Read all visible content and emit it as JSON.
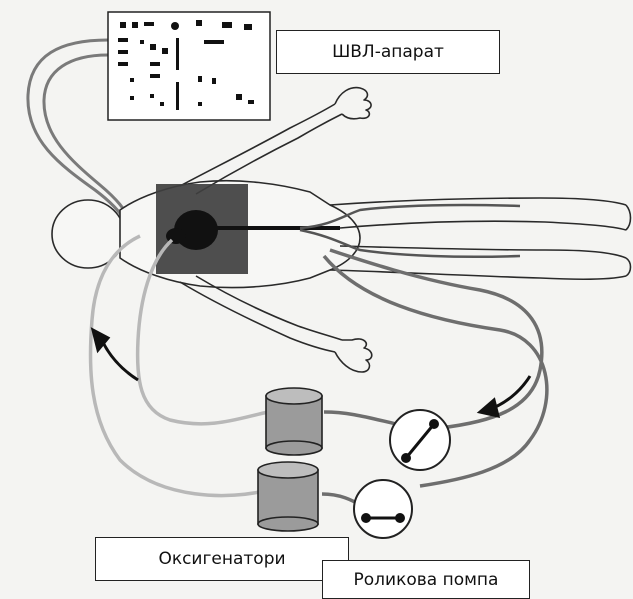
{
  "labels": {
    "ventilator": "ШВЛ-апарат",
    "oxygenators": "Оксигенатори",
    "roller_pump": "Роликова помпа"
  },
  "colors": {
    "background": "#f4f4f2",
    "outline": "#2a2a2a",
    "tube_dark": "#6e6e6e",
    "tube_light": "#b8b8b8",
    "chest_region": "#3f3f3f",
    "heart": "#111111",
    "oxygenator_fill": "#9b9b9b",
    "label_border": "#222222"
  },
  "icons": [
    "ventilator-icon",
    "oxygenator-icon",
    "roller-pump-icon",
    "flow-arrow-icon",
    "human-figure-icon",
    "heart-icon"
  ]
}
